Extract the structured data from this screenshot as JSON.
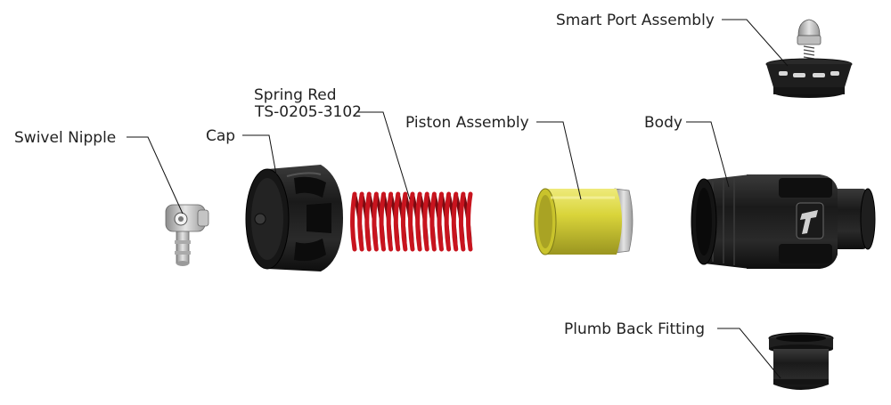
{
  "labels": {
    "smart_port": "Smart Port Assembly",
    "spring_line1": "Spring Red",
    "spring_line2": "TS-0205-3102",
    "piston": "Piston Assembly",
    "body": "Body",
    "swivel": "Swivel Nipple",
    "cap": "Cap",
    "plumb": "Plumb Back Fitting"
  },
  "colors": {
    "spring": "#c8141e",
    "piston": "#d7d233",
    "part_dark": "#1c1c1c",
    "metal": "#c9c9c9"
  }
}
